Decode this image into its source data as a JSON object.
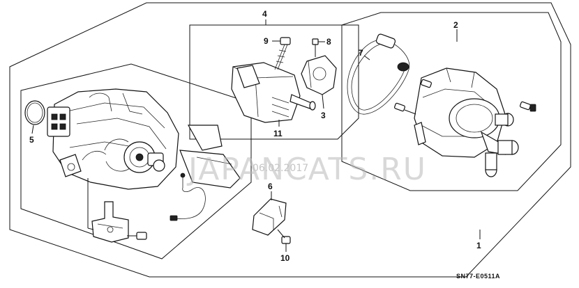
{
  "diagram": {
    "callouts": [
      {
        "id": "1",
        "text": "1"
      },
      {
        "id": "2",
        "text": "2"
      },
      {
        "id": "3",
        "text": "3"
      },
      {
        "id": "4",
        "text": "4"
      },
      {
        "id": "5",
        "text": "5"
      },
      {
        "id": "6",
        "text": "6"
      },
      {
        "id": "7",
        "text": "7"
      },
      {
        "id": "8",
        "text": "8"
      },
      {
        "id": "9",
        "text": "9"
      },
      {
        "id": "10",
        "text": "10"
      },
      {
        "id": "11",
        "text": "11"
      }
    ],
    "diagram_code": "SN77-E0511A",
    "watermark": "JAPANCATS.RU",
    "watermark_date": "06.02.2017"
  }
}
